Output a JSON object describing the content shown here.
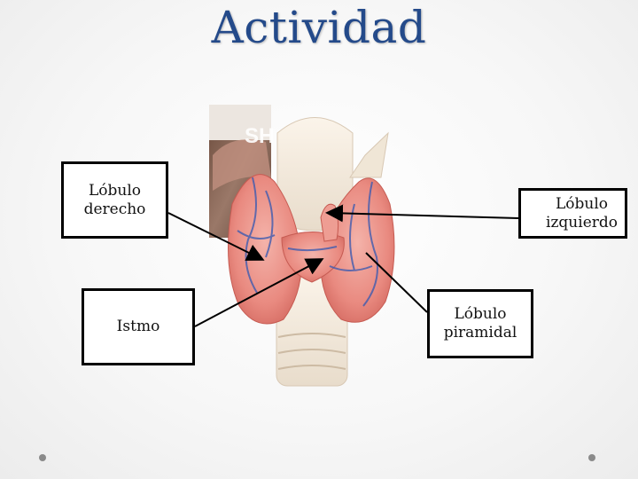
{
  "slide": {
    "title": "Actividad"
  },
  "labels": {
    "derecho": "Lóbulo\nderecho",
    "izquierdo": "Lóbulo\nizquierdo",
    "istmo": "Istmo",
    "piramidal": "Lóbulo\npiramidal"
  },
  "illustration": {
    "photo_text": "SH"
  },
  "colors": {
    "title": "#244a8a",
    "gland": "#e98a80",
    "vessel": "#3f5cb0",
    "cartilage": "#f3e9dc"
  }
}
